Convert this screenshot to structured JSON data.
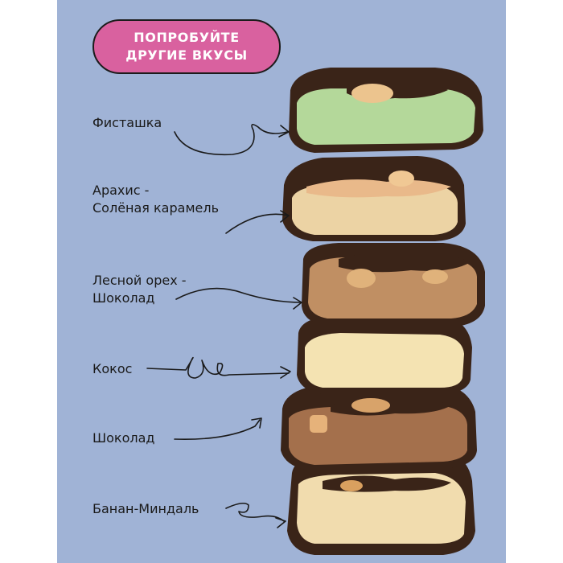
{
  "badge": {
    "line1": "ПОПРОБУЙТЕ",
    "line2": "ДРУГИЕ ВКУСЫ"
  },
  "flavors": [
    {
      "lines": [
        "Фисташка"
      ],
      "filling": "#b4d89a"
    },
    {
      "lines": [
        "Арахис -",
        "Солёная карамель"
      ],
      "filling": "#ecd3a4"
    },
    {
      "lines": [
        "Лесной орех -",
        "Шоколад"
      ],
      "filling": "#c08f63"
    },
    {
      "lines": [
        "Кокос"
      ],
      "filling": "#f4e3b2"
    },
    {
      "lines": [
        "Шоколад"
      ],
      "filling": "#a4704c"
    },
    {
      "lines": [
        "Банан-Миндаль"
      ],
      "filling": "#f1dcae"
    }
  ],
  "colors": {
    "background": "#a0b3d6",
    "badge": "#d9619f",
    "chocolate": "#3a2418",
    "text": "#1a1a1a"
  }
}
